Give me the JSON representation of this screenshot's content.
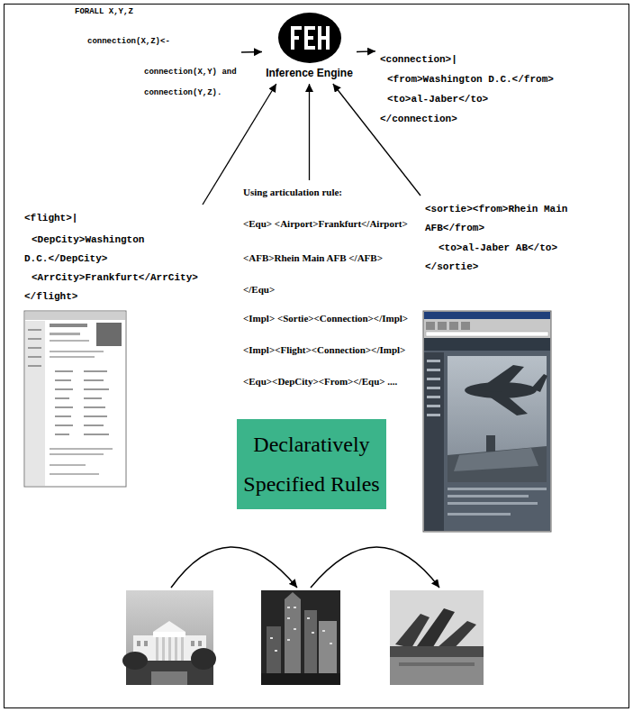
{
  "diagram": {
    "nodes": [
      {
        "text": [
          "FORALL X,Y,Z",
          "connection(X,Z)<-",
          "connection(X,Y) and",
          "connection(Y,Z)."
        ]
      },
      {
        "text": [
          "Inference Engine"
        ]
      },
      {
        "text": [
          "<connection>|",
          "<from>Washington D.C.</from>",
          "<to>al-Jaber</to>",
          "</connection>"
        ]
      },
      {
        "text": [
          "<flight>|",
          "<DepCity>Washington D.C.</DepCity>",
          "<ArrCity>Frankfurt</ArrCity>",
          "</flight>"
        ]
      },
      {
        "text": [
          "Using articulation rule:",
          "<Equ> <Airport>Frankfurt</Airport>",
          "<AFB>Rhein Main AFB </AFB>",
          "</Equ>",
          "<Impl> <Sortie><Connection></Impl>",
          "<Impl><Flight><Connection></Impl>",
          "<Equ><DepCity><From></Equ> ...."
        ]
      },
      {
        "text": [
          "<sortie><from>Rhein Main AFB</from>",
          "<to>al-Jaber AB</to>",
          "</sortie>"
        ]
      },
      {
        "text": [
          "Declaratively Specified Rules"
        ]
      }
    ],
    "edges": [
      {
        "from": 0,
        "to": 1,
        "arrow": "to"
      },
      {
        "from": 1,
        "to": 2,
        "arrow": "to"
      },
      {
        "from": 3,
        "to": 1,
        "arrow": "to"
      },
      {
        "from": 4,
        "to": 1,
        "arrow": "to"
      },
      {
        "from": 5,
        "to": 1,
        "arrow": "to"
      }
    ]
  }
}
